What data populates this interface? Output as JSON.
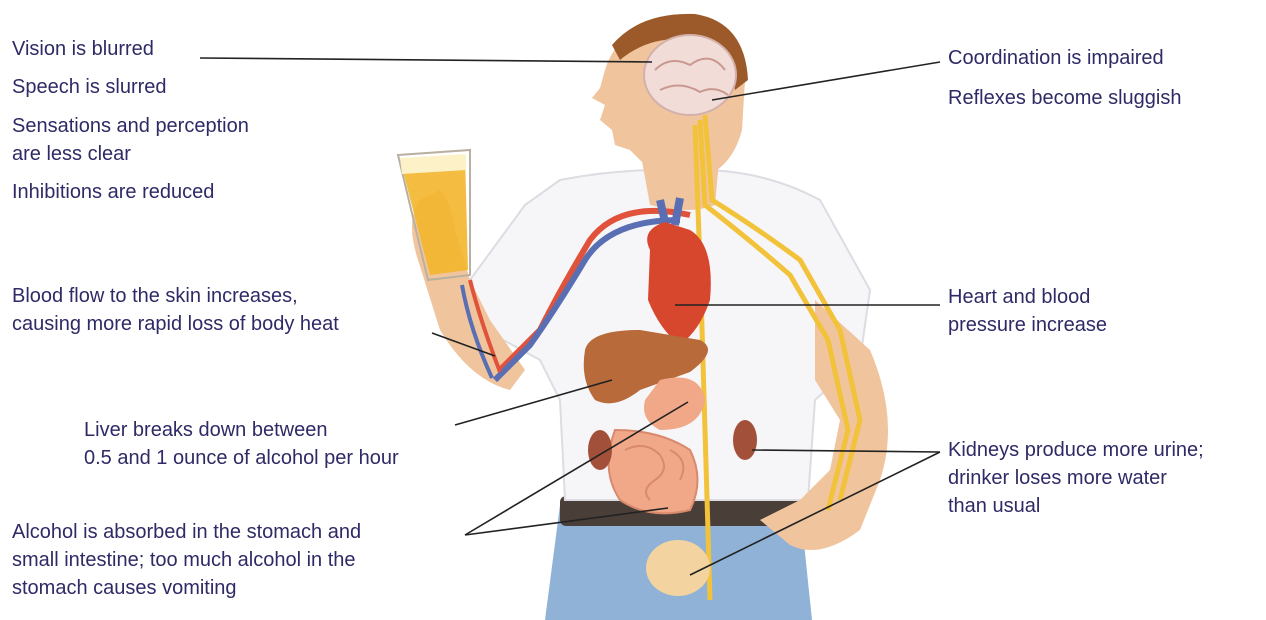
{
  "labels": {
    "vision": "Vision is blurred",
    "speech": "Speech is slurred",
    "sensations_1": "Sensations and perception",
    "sensations_2": "are less clear",
    "inhibitions": "Inhibitions are reduced",
    "blood_flow_1": "Blood flow to the skin increases,",
    "blood_flow_2": "causing more rapid loss of body heat",
    "liver_1": "Liver breaks down between",
    "liver_2": "0.5 and 1 ounce of alcohol per hour",
    "absorbed_1": "Alcohol is absorbed in the stomach and",
    "absorbed_2": "small intestine; too much alcohol in the",
    "absorbed_3": "stomach causes vomiting",
    "coordination": "Coordination is impaired",
    "reflexes": "Reflexes become sluggish",
    "heart_1": "Heart and blood",
    "heart_2": "pressure increase",
    "kidneys_1": "Kidneys produce more urine;",
    "kidneys_2": "drinker loses more water",
    "kidneys_3": "than usual"
  },
  "colors": {
    "label_text": "#2e2a66",
    "leader_line": "#222222",
    "skin": "#f0c59e",
    "shirt": "#f6f6f8",
    "nerve": "#f2c23a",
    "artery": "#e0533a",
    "vein": "#5a6fb3",
    "heart": "#d7472e",
    "liver": "#b86a3a",
    "intestine": "#f0a888",
    "jeans": "#8fb2d6",
    "belt": "#4a3f38",
    "beer": "#f3b52b",
    "hair": "#9c5a2a",
    "brain": "#f2dcd7"
  }
}
